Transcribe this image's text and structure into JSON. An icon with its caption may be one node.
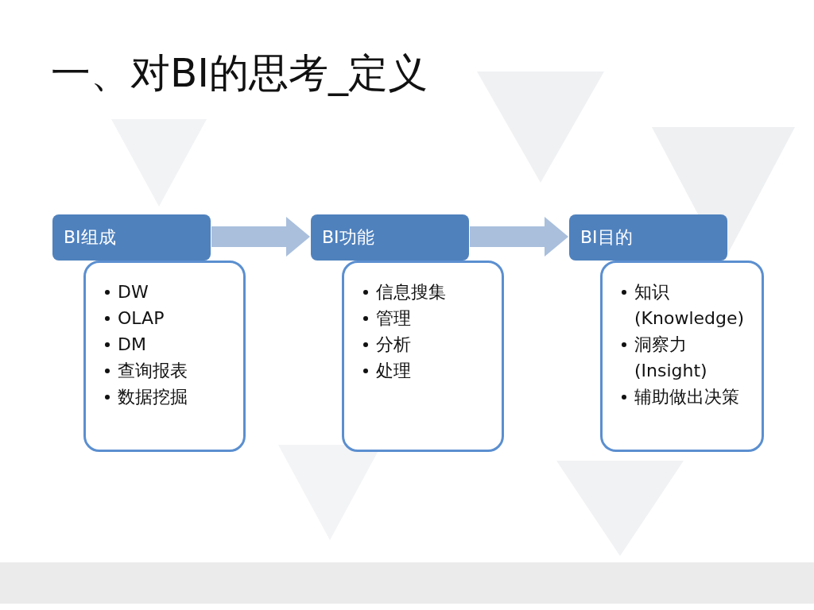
{
  "diagram": {
    "title": "一、对BI的思考_定义",
    "nodes": [
      {
        "text": [
          "BI组成"
        ]
      },
      {
        "text": [
          "DW",
          "OLAP",
          "DM",
          "查询报表",
          "数据挖掘"
        ]
      },
      {
        "text": [
          "BI功能"
        ]
      },
      {
        "text": [
          "信息搜集",
          "管理",
          "分析",
          "处理"
        ]
      },
      {
        "text": [
          "BI目的"
        ]
      },
      {
        "text": [
          "知识 (Knowledge)",
          "洞察力 (Insight)",
          "辅助做出决策"
        ]
      }
    ],
    "edges": [
      {
        "from": 0,
        "to": 2,
        "arrow": "to"
      },
      {
        "from": 2,
        "to": 4,
        "arrow": "to"
      }
    ]
  }
}
